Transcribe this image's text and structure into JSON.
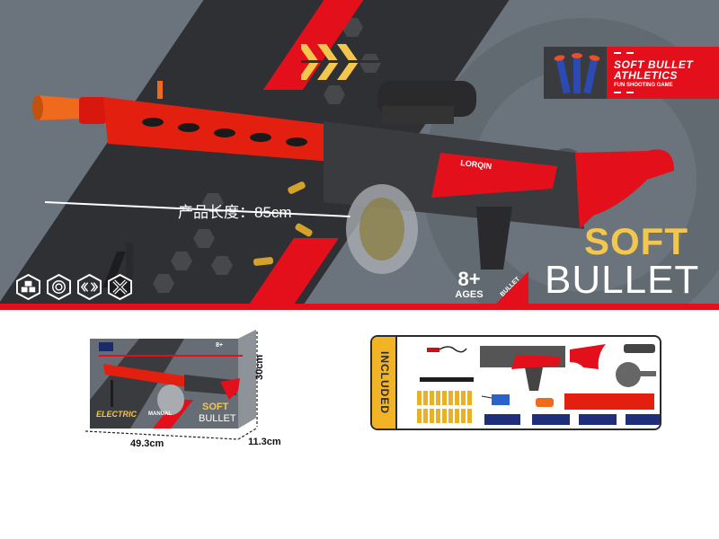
{
  "hero": {
    "brand_badge": {
      "title_line1": "SOFT BULLET",
      "title_line2": "ATHLETICS",
      "subtitle": "FUN SHOOTING GAME"
    },
    "gun_logo_text": "LORQIN",
    "product_length_label": "产品长度：85cm",
    "title_soft": "SOFT",
    "title_bullet": "BULLET",
    "age": {
      "number": "8+",
      "label": "AGES",
      "tag": "BULLET"
    },
    "feature_icons": [
      "cubes-hex-icon",
      "circles-hex-icon",
      "sound-wave-hex-icon",
      "cross-hex-icon"
    ],
    "colors": {
      "bg": "#6b737c",
      "red": "#e3101c",
      "gold": "#f3c74e",
      "dark": "#2f3033"
    }
  },
  "box": {
    "brand_text": "ELECTRIC",
    "mode_text": "MANUAL",
    "soft": "SOFT",
    "bullet": "BULLET",
    "age": "8+",
    "width_label": "49.3cm",
    "height_label": "30cm",
    "depth_label": "11.3cm"
  },
  "included": {
    "label": "INCLUDED",
    "items": [
      "usb-charging-cable",
      "shoulder-strap",
      "gun-body",
      "red-stock",
      "scope",
      "drum-magazine",
      "yellow-shells-20",
      "battery-pack",
      "orange-muzzle",
      "red-barrel-with-bipod",
      "blue-darts-40"
    ]
  }
}
